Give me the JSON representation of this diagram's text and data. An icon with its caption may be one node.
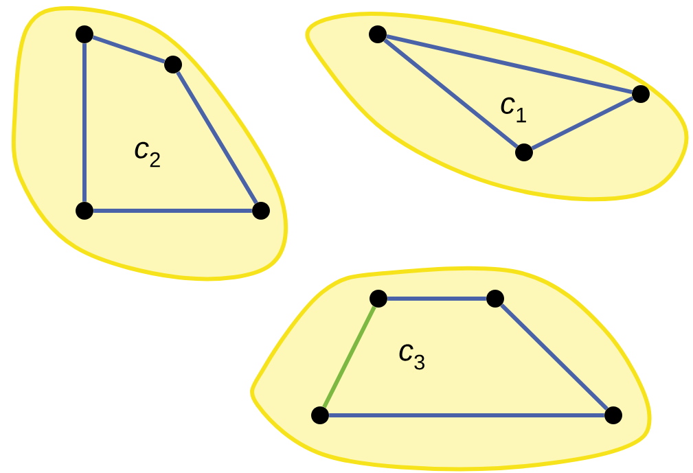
{
  "diagram": {
    "nodes": [
      {
        "text": [
          "*c*$_{2}$"
        ]
      },
      {
        "text": [],
        "shape": "circle",
        "in": 0
      },
      {
        "text": [],
        "shape": "circle",
        "in": 0
      },
      {
        "text": [],
        "shape": "circle",
        "in": 0
      },
      {
        "text": [],
        "shape": "circle",
        "in": 0
      },
      {
        "text": [
          "*c*$_{1}$"
        ]
      },
      {
        "text": [],
        "shape": "circle",
        "in": 5
      },
      {
        "text": [],
        "shape": "circle",
        "in": 5
      },
      {
        "text": [],
        "shape": "circle",
        "in": 5
      },
      {
        "text": [
          "*c*$_{3}$"
        ]
      },
      {
        "text": [],
        "shape": "circle",
        "in": 9
      },
      {
        "text": [],
        "shape": "circle",
        "in": 9
      },
      {
        "text": [],
        "shape": "circle",
        "in": 9
      },
      {
        "text": [],
        "shape": "circle",
        "in": 9
      }
    ],
    "edges": [
      {
        "from": 1,
        "to": 2,
        "arrow": "none"
      },
      {
        "from": 2,
        "to": 4,
        "arrow": "none"
      },
      {
        "from": 4,
        "to": 3,
        "arrow": "none"
      },
      {
        "from": 3,
        "to": 1,
        "arrow": "none"
      },
      {
        "from": 6,
        "to": 7,
        "arrow": "none"
      },
      {
        "from": 7,
        "to": 8,
        "arrow": "none"
      },
      {
        "from": 8,
        "to": 6,
        "arrow": "none"
      },
      {
        "from": 10,
        "to": 11,
        "arrow": "none"
      },
      {
        "from": 11,
        "to": 12,
        "arrow": "none"
      },
      {
        "from": 12,
        "to": 13,
        "arrow": "none"
      },
      {
        "from": 13,
        "to": 10,
        "arrow": "none",
        "color": "#7db843"
      }
    ]
  }
}
